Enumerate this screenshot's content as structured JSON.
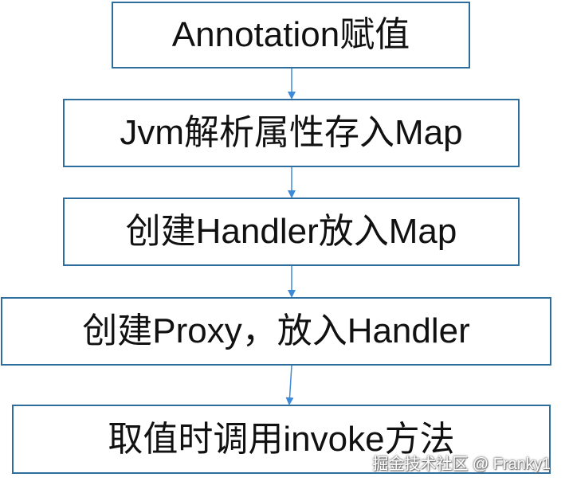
{
  "flow": {
    "steps": [
      "Annotation赋值",
      "Jvm解析属性存入Map",
      "创建Handler放入Map",
      "创建Proxy，放入Handler",
      "取值时调用invoke方法"
    ]
  },
  "watermark": "掘金技术社区 @ Franky1",
  "colors": {
    "box_border": "#2e6e9e",
    "arrow": "#3d8bd8"
  }
}
